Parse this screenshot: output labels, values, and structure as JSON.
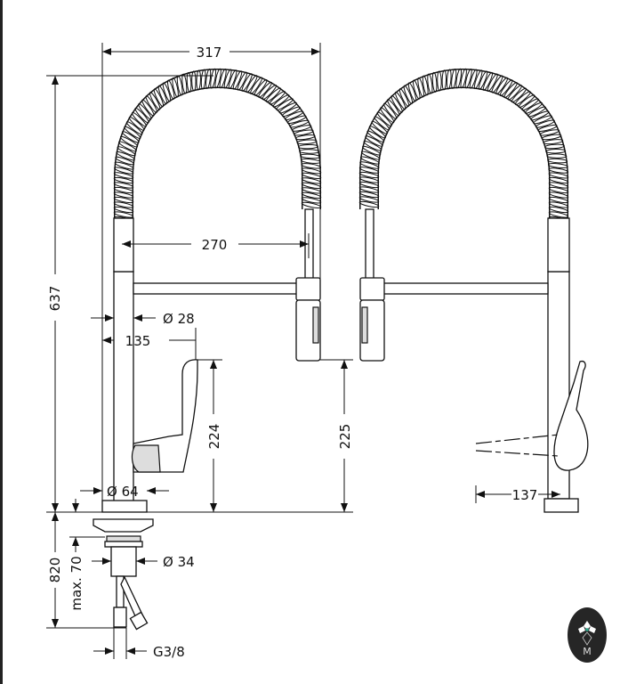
{
  "dimensions": {
    "width_overall": "317",
    "height_overall": "637",
    "spout_reach": "270",
    "column_diameter": "Ø 28",
    "lever_offset": "135",
    "lever_height": "224",
    "spout_height": "225",
    "base_diameter": "Ø 64",
    "below_deck": "820",
    "max_deck_thickness": "max. 70",
    "shank_diameter": "Ø 34",
    "connection_thread": "G3/8",
    "lever_swing": "137"
  },
  "colors": {
    "line": "#111111",
    "logo_bg": "#262626",
    "logo_accent": "#2fa58a"
  },
  "logo": {
    "letter": "M"
  }
}
